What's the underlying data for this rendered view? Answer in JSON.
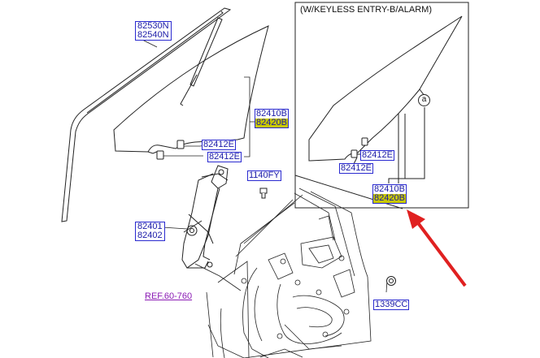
{
  "inset": {
    "title": "(W/KEYLESS ENTRY-B/ALARM)",
    "circle_label": "a",
    "part_a": "82412E",
    "part_b": "82412E",
    "glass_top": "82410B",
    "glass_bottom": "82420B"
  },
  "labels": {
    "run_top": "82530N",
    "run_bottom": "82540N",
    "glass_top": "82410B",
    "glass_bottom": "82420B",
    "clip_upper": "82412E",
    "clip_lower": "82412E",
    "bolt": "1140FY",
    "reg_top": "82401",
    "reg_bottom": "82402",
    "ref": "REF.60-760",
    "grommet": "1339CC"
  },
  "colors": {
    "line": "#222222",
    "label_text": "#1a1aa8",
    "label_border": "#2a2ad0",
    "highlight": "#c8c800",
    "ref_text": "#8a1ab4",
    "arrow": "#e02020"
  }
}
